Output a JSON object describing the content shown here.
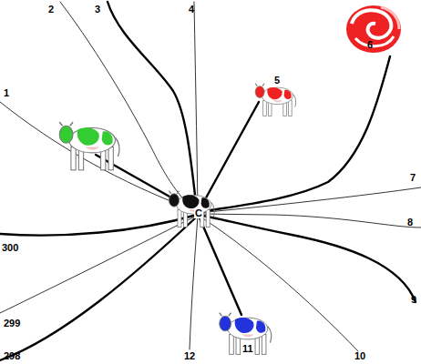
{
  "diagram": {
    "labels": [
      "1",
      "2",
      "3",
      "4",
      "5",
      "6",
      "7",
      "8",
      "9",
      "10",
      "11",
      "12",
      "300",
      "299",
      "298",
      "C"
    ]
  }
}
